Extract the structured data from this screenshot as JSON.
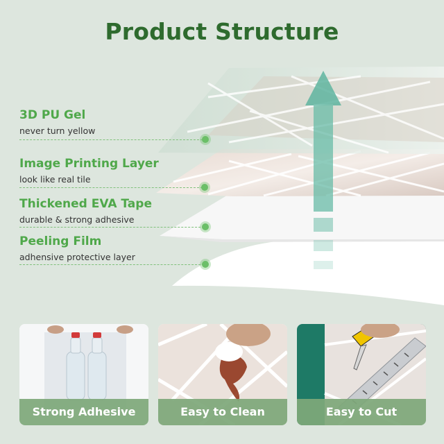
{
  "title": "Product Structure",
  "layers": [
    {
      "name": "3D PU Gel",
      "desc": "never turn yellow"
    },
    {
      "name": "Image Printing Layer",
      "desc": "look like real tile"
    },
    {
      "name": "Thickened EVA Tape",
      "desc": "durable & strong adhesive"
    },
    {
      "name": "Peeling Film",
      "desc": "adhensive protective layer"
    }
  ],
  "features": [
    {
      "label": "Strong Adhesive"
    },
    {
      "label": "Easy to Clean"
    },
    {
      "label": "Easy to Cut"
    }
  ],
  "colors": {
    "background": "#dde6de",
    "title": "#2e6b2e",
    "label_heading": "#4fa84a",
    "arrow": "#5fb5a0",
    "caption_bar": "#7ea87a"
  },
  "icons": [
    "up-arrow-icon"
  ]
}
